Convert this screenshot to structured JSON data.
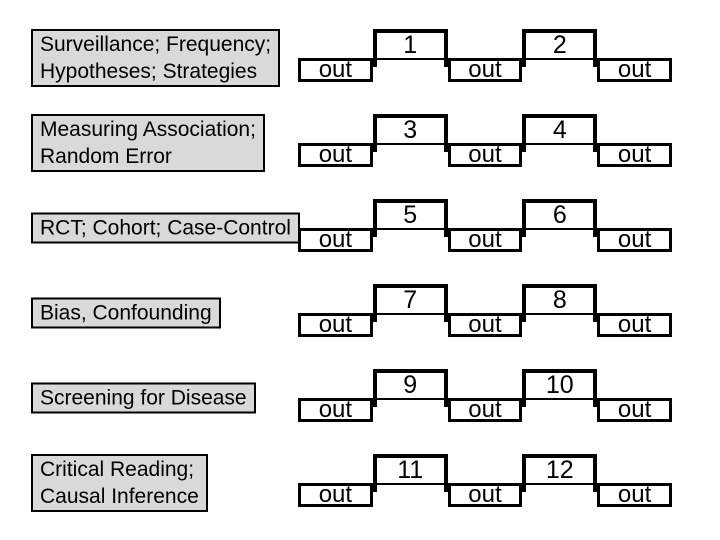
{
  "colors": {
    "page_bg": "#ffffff",
    "line": "#000000",
    "text": "#000000",
    "label_bg": "#d9d9d9",
    "box_bg": "#ffffff"
  },
  "wave": {
    "out_label": "out"
  },
  "rows": [
    {
      "label": "Surveillance; Frequency;\nHypotheses; Strategies",
      "intervals": [
        "1",
        "2"
      ]
    },
    {
      "label": "Measuring Association;\nRandom Error",
      "intervals": [
        "3",
        "4"
      ]
    },
    {
      "label": "RCT; Cohort; Case-Control",
      "intervals": [
        "5",
        "6"
      ]
    },
    {
      "label": "Bias, Confounding",
      "intervals": [
        "7",
        "8"
      ]
    },
    {
      "label": "Screening for Disease",
      "intervals": [
        "9",
        "10"
      ]
    },
    {
      "label": "Critical Reading;\nCausal Inference",
      "intervals": [
        "11",
        "12"
      ]
    }
  ]
}
